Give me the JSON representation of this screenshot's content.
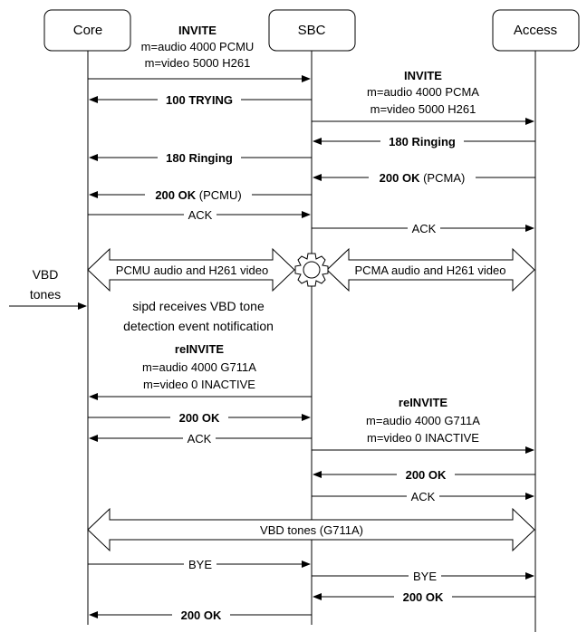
{
  "participants": {
    "core": "Core",
    "sbc": "SBC",
    "access": "Access"
  },
  "external": {
    "line1": "VBD",
    "line2": "tones"
  },
  "messages": {
    "invite1": {
      "title": "INVITE",
      "sdp1": "m=audio 4000 PCMU",
      "sdp2": "m=video 5000 H261"
    },
    "trying100": "100 TRYING",
    "invite2": {
      "title": "INVITE",
      "sdp1": "m=audio 4000 PCMA",
      "sdp2": "m=video 5000 H261"
    },
    "ringing_access": "180 Ringing",
    "ringing_core": "180 Ringing",
    "ok_access": {
      "bold": "200 OK",
      "rest": " (PCMA)"
    },
    "ok_core": {
      "bold": "200 OK",
      "rest": " (PCMU)"
    },
    "ack_core": "ACK",
    "ack_access": "ACK",
    "media_left": "PCMU audio and H261 video",
    "media_right": "PCMA audio and H261 video",
    "note": {
      "line1": "sipd receives VBD tone",
      "line2": "detection event notification"
    },
    "reinvite_core": {
      "title": "reINVITE",
      "sdp1": "m=audio 4000 G711A",
      "sdp2": "m=video 0 INACTIVE"
    },
    "ok2_core": "200 OK",
    "ack2_core": "ACK",
    "reinvite_access": {
      "title": "reINVITE",
      "sdp1": "m=audio 4000 G711A",
      "sdp2": "m=video 0 INACTIVE"
    },
    "ok2_access": "200 OK",
    "ack2_access": "ACK",
    "vbd_stream": "VBD tones (G711A)",
    "bye_core": "BYE",
    "bye_access": "BYE",
    "ok3_access": "200 OK",
    "ok3_core": "200 OK"
  }
}
